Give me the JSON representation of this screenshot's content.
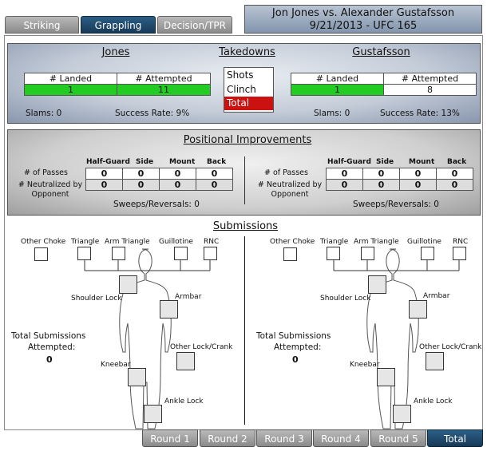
{
  "tabs": [
    {
      "label": "Striking"
    },
    {
      "label": "Grappling"
    },
    {
      "label": "Decision/TPR"
    }
  ],
  "event": {
    "title": "Jon Jones vs. Alexander Gustafsson",
    "subtitle": "9/21/2013 - UFC 165"
  },
  "takedowns": {
    "heading": "Takedowns",
    "options": [
      "Shots",
      "Clinch",
      "Total"
    ],
    "selected": "Total",
    "col_landed": "# Landed",
    "col_attempted": "# Attempted",
    "fighter_left": {
      "name": "Jones",
      "landed": "1",
      "attempted": "11",
      "slams": "Slams:  0",
      "success": "Success Rate:  9%"
    },
    "fighter_right": {
      "name": "Gustafsson",
      "landed": "1",
      "attempted": "8",
      "slams": "Slams:  0",
      "success": "Success Rate: 13%"
    }
  },
  "positional": {
    "heading": "Positional Improvements",
    "cols": [
      "Half-Guard",
      "Side",
      "Mount",
      "Back"
    ],
    "row1": "# of Passes",
    "row2": "# Neutralized by Opponent",
    "left": {
      "passes": [
        "0",
        "0",
        "0",
        "0"
      ],
      "neutralized": [
        "0",
        "0",
        "0",
        "0"
      ],
      "sweeps": "Sweeps/Reversals:  0"
    },
    "right": {
      "passes": [
        "0",
        "0",
        "0",
        "0"
      ],
      "neutralized": [
        "0",
        "0",
        "0",
        "0"
      ],
      "sweeps": "Sweeps/Reversals:  0"
    }
  },
  "submissions": {
    "heading": "Submissions",
    "labels": {
      "other_choke": "Other Choke",
      "triangle": "Triangle",
      "arm_triangle": "Arm Triangle",
      "guillotine": "Guillotine",
      "rnc": "RNC",
      "shoulder_lock": "Shoulder Lock",
      "armbar": "Armbar",
      "other_lock": "Other Lock/Crank",
      "kneebar": "Kneebar",
      "ankle_lock": "Ankle Lock"
    },
    "total_label_1": "Total Submissions",
    "total_label_2": "Attempted:",
    "left_total": "0",
    "right_total": "0"
  },
  "rounds": [
    {
      "label": "Round 1"
    },
    {
      "label": "Round 2"
    },
    {
      "label": "Round 3"
    },
    {
      "label": "Round 4"
    },
    {
      "label": "Round 5"
    },
    {
      "label": "Total"
    }
  ],
  "colors": {
    "active_tab": "#1f4a6e",
    "green": "#22cc22",
    "selected_red": "#cc1111"
  }
}
